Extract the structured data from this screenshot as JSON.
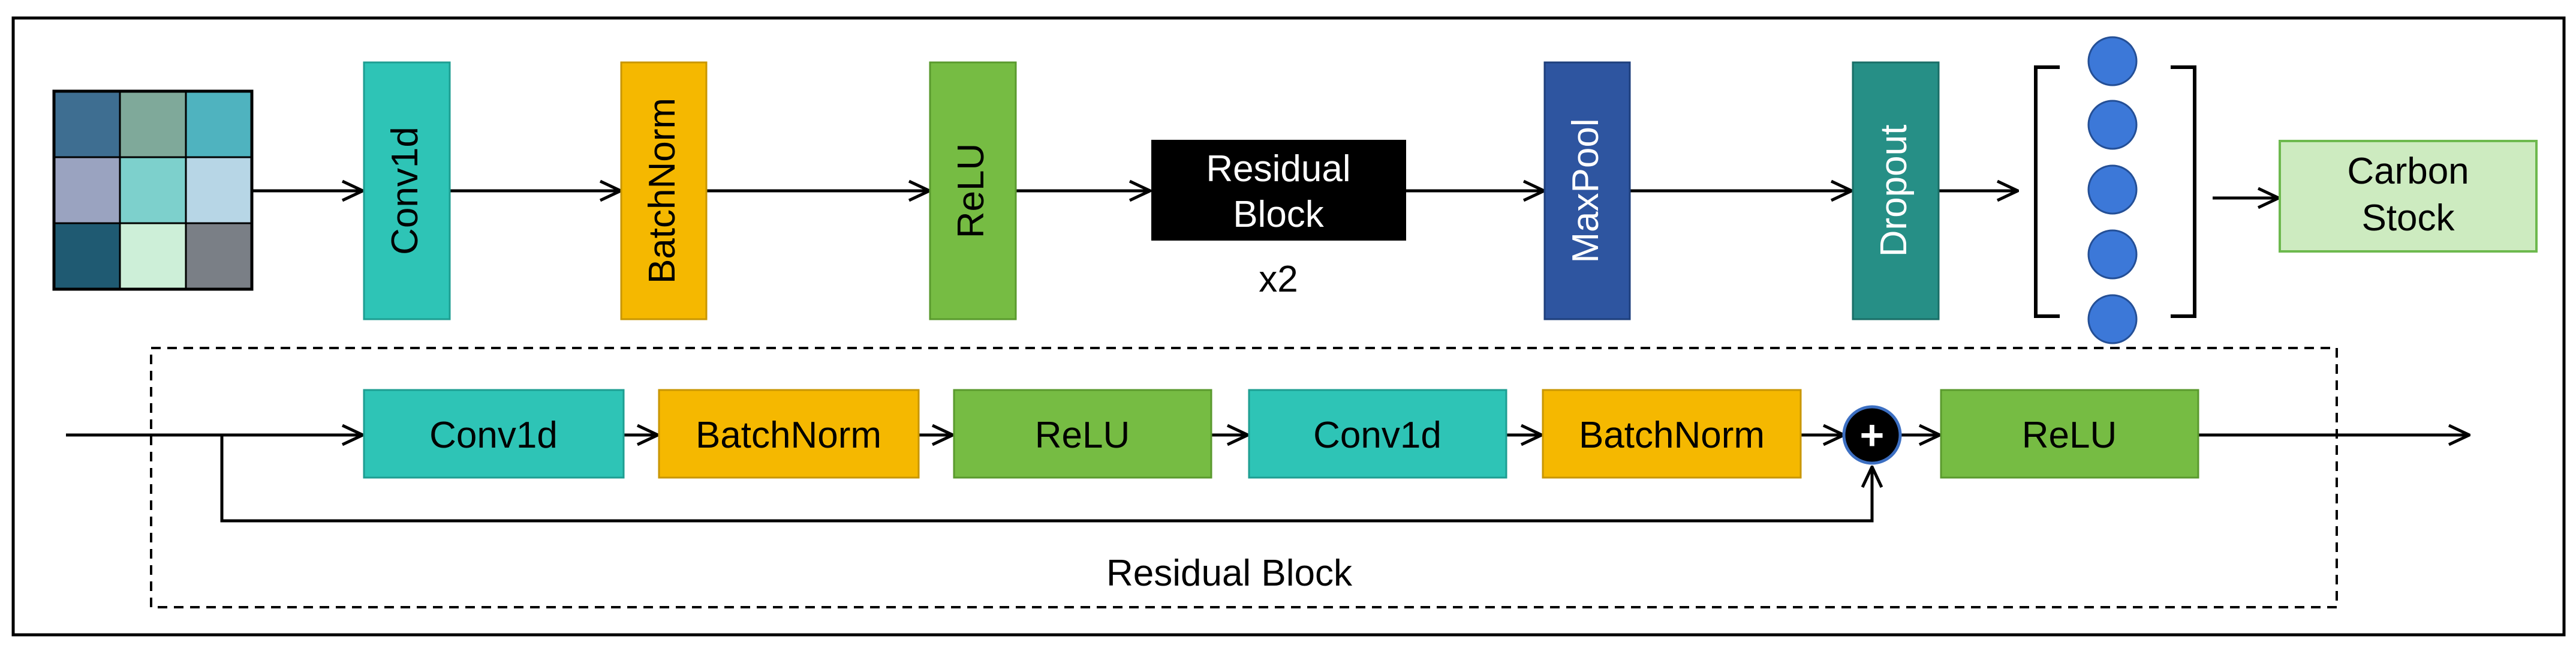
{
  "top_row": {
    "conv1d_label": "Conv1d",
    "batchnorm_label": "BatchNorm",
    "relu_label": "ReLU",
    "residual_block_line1": "Residual",
    "residual_block_line2": "Block",
    "repeat_label": "x2",
    "maxpool_label": "MaxPool",
    "dropout_label": "Dropout",
    "output_line1": "Carbon",
    "output_line2": "Stock"
  },
  "bottom_row": {
    "conv1d_1_label": "Conv1d",
    "batchnorm_1_label": "BatchNorm",
    "relu_1_label": "ReLU",
    "conv1d_2_label": "Conv1d",
    "batchnorm_2_label": "BatchNorm",
    "add_symbol": "+",
    "relu_2_label": "ReLU",
    "container_label": "Residual Block"
  },
  "colors": {
    "conv1d": "#2EC4B6",
    "batchnorm": "#F5B800",
    "relu": "#76BC43",
    "residual_block": "#000000",
    "maxpool": "#2E55A0",
    "dropout": "#268F86",
    "neuron": "#3C78D8",
    "output": "#CDEBC0",
    "output_border": "#6DB94E"
  }
}
